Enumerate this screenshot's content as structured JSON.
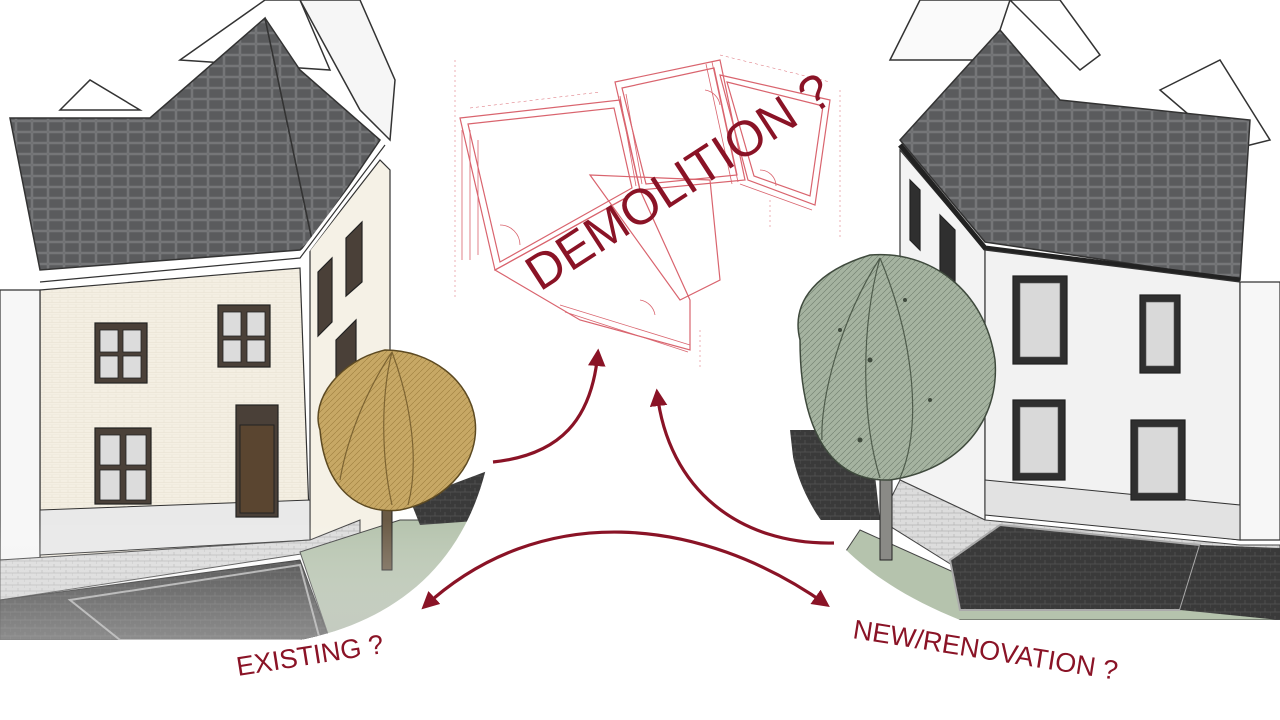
{
  "labels": {
    "demolition": "DEMOLITION ?",
    "existing": "EXISTING ?",
    "renovation": "NEW/RENOVATION ?"
  },
  "colors": {
    "accent": "#8a1326",
    "plan_line": "#d9646e",
    "roof": "#5f6062",
    "facade_existing": "#f4efe3",
    "facade_new": "#f1f1f1",
    "tree_existing": "#c8a968",
    "tree_new": "#a7b6a2",
    "paving": "#3c3c3c"
  },
  "icons": {
    "existing_house": "house-existing-icon",
    "renovated_house": "house-renovated-icon",
    "floor_plan": "floor-plan-icon",
    "arrow": "curved-arrow-icon"
  }
}
